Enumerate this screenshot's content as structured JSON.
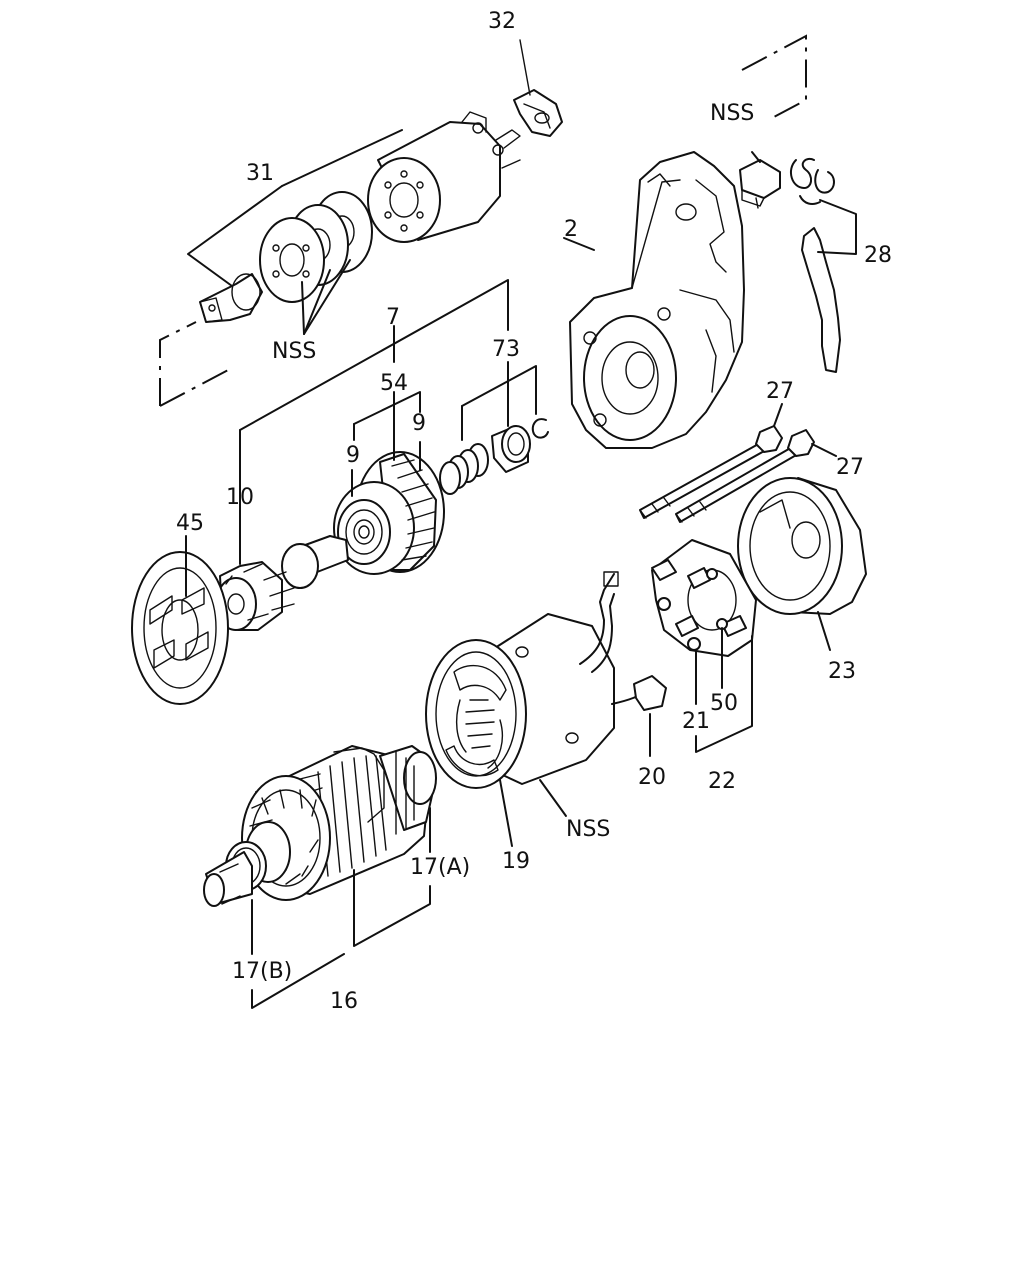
{
  "diagram": {
    "labels": {
      "p32": "32",
      "p31": "31",
      "nss_top": "NSS",
      "nss_plate": "NSS",
      "p2": "2",
      "p28": "28",
      "p7": "7",
      "p73": "73",
      "p54": "54",
      "p9a": "9",
      "p9b": "9",
      "p10": "10",
      "p27a": "27",
      "p27b": "27",
      "p45": "45",
      "p23": "23",
      "p21": "21",
      "p50": "50",
      "p22": "22",
      "p20": "20",
      "nss_yoke": "NSS",
      "p19": "19",
      "p17a": "17(A)",
      "p17b": "17(B)",
      "p16": "16"
    }
  }
}
